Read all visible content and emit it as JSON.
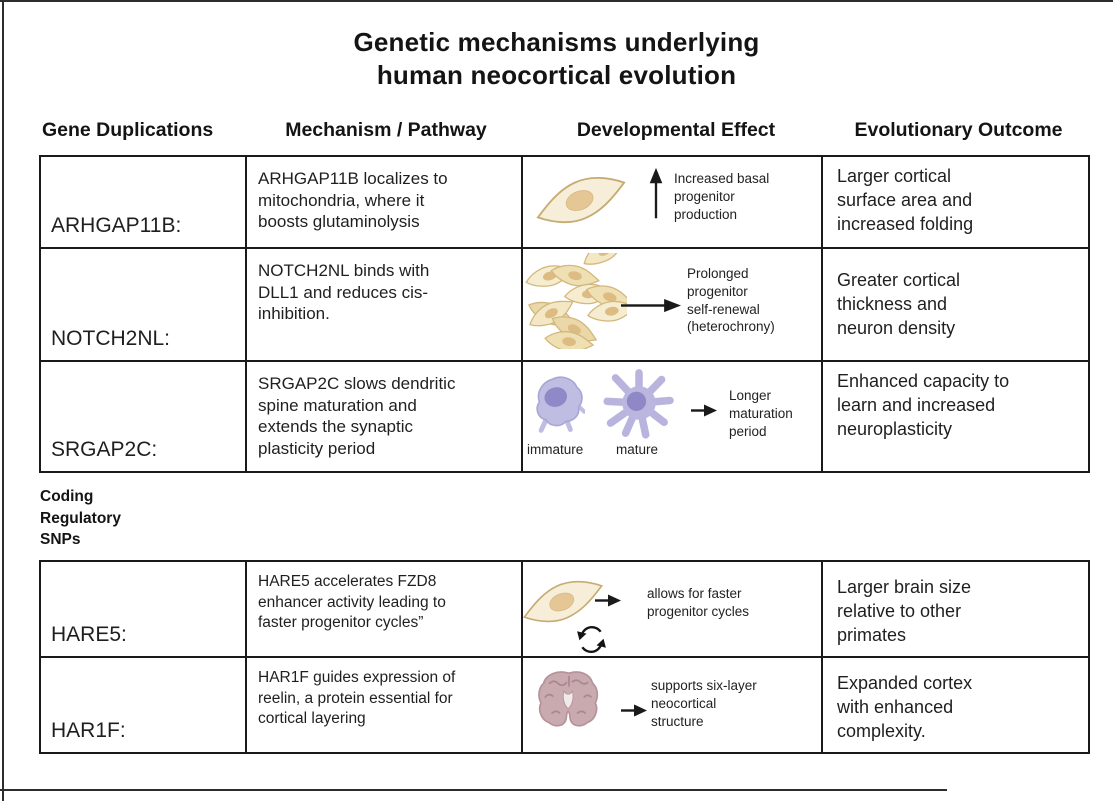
{
  "title": "Genetic mechanisms underlying\nhuman neocortical evolution",
  "column_headers": [
    "Gene Duplications",
    "Mechanism / Pathway",
    "Developmental Effect",
    "Evolutionary Outcome"
  ],
  "section_label": "Coding\nRegulatory\nSNPs",
  "gene_duplication_rows": [
    {
      "gene": "ARHGAP11B:",
      "mechanism": "ARHGAP11B localizes to\nmitochondria, where it\nboosts glutaminolysis",
      "effect_caption": "Increased basal\nprogenitor\nproduction",
      "effect_icons": "progenitor-cell-icon, increase-arrow-icon",
      "outcome": "Larger cortical\nsurface area and\nincreased folding"
    },
    {
      "gene": "NOTCH2NL:",
      "mechanism": "NOTCH2NL binds with\nDLL1 and reduces cis-\ninhibition.",
      "effect_caption": "Prolonged\nprogenitor\nself-renewal\n(heterochrony)",
      "effect_icons": "progenitor-cell-cluster-icon, right-arrow-icon",
      "outcome": "Greater cortical\nthickness and\nneuron density"
    },
    {
      "gene": "SRGAP2C:",
      "mechanism": "SRGAP2C slows dendritic\nspine maturation and\nextends the synaptic\nplasticity period",
      "effect_caption": "Longer\nmaturation\nperiod",
      "effect_labels": {
        "immature": "immature",
        "mature": "mature"
      },
      "effect_icons": "immature-neuron-icon, mature-neuron-icon, short-right-arrow-icon",
      "outcome": "Enhanced capacity to\nlearn and increased\nneuroplasticity"
    }
  ],
  "snp_rows": [
    {
      "gene": "HARE5:",
      "mechanism": "HARE5 accelerates FZD8\nenhancer activity leading to\nfaster progenitor cycles”",
      "effect_caption": "allows for faster\nprogenitor cycles",
      "effect_icons": "progenitor-cell-icon, short-right-arrow-icon, cycle-arrows-icon",
      "outcome": "Larger brain size\nrelative to other\nprimates"
    },
    {
      "gene": "HAR1F:",
      "mechanism": "HAR1F guides expression of\nreelin, a protein essential for\ncortical layering",
      "effect_caption": "supports six-layer\nneocortical\nstructure",
      "effect_icons": "brain-coronal-section-icon, short-right-arrow-icon",
      "outcome": "Expanded cortex\nwith enhanced\ncomplexity."
    }
  ],
  "colors": {
    "table_border": "#1a1a1a",
    "text": "#1f1f1f",
    "progenitor_cell_body": "#f6eed8",
    "progenitor_cell_outline": "#c7ac72",
    "progenitor_cell_nucleus": "#e4c795",
    "neuron_body": "#bab6df",
    "neuron_nucleus": "#8e89c6",
    "brain_fill": "#c9abaf",
    "brain_detail": "#aa8790"
  }
}
